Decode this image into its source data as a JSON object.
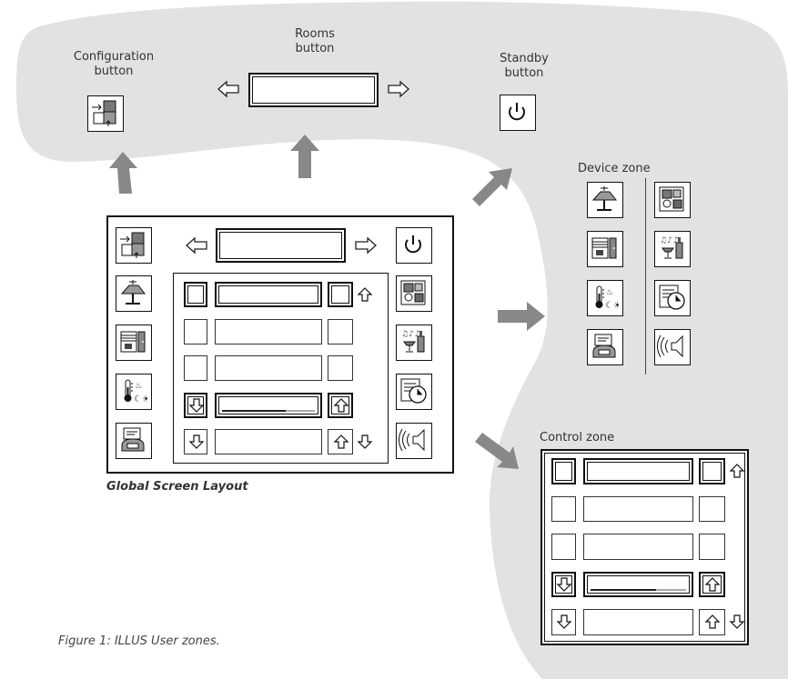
{
  "labels": {
    "configuration_button": [
      "Configuration",
      "button"
    ],
    "rooms_button": [
      "Rooms",
      "button"
    ],
    "standby_button": [
      "Standby",
      "button"
    ],
    "device_zone": "Device zone",
    "control_zone": "Control zone",
    "global_layout_caption": "Global Screen Layout",
    "figure_caption": "Figure 1: ILLUS User zones."
  },
  "colors": {
    "blob_fill": "#e2e2e2",
    "outline": "#111111",
    "arrow_fill": "#888888"
  },
  "icons": {
    "configuration": "puzzle-icon",
    "standby": "power-icon",
    "lights": "lamp-icon",
    "audio_video": "stereo-icon",
    "windows": "window-blinds-icon",
    "entertainment": "party-icon",
    "climate": "thermometer-icon",
    "scheduler": "schedule-clock-icon",
    "phone": "phone-icon",
    "speaker": "speaker-icon"
  }
}
